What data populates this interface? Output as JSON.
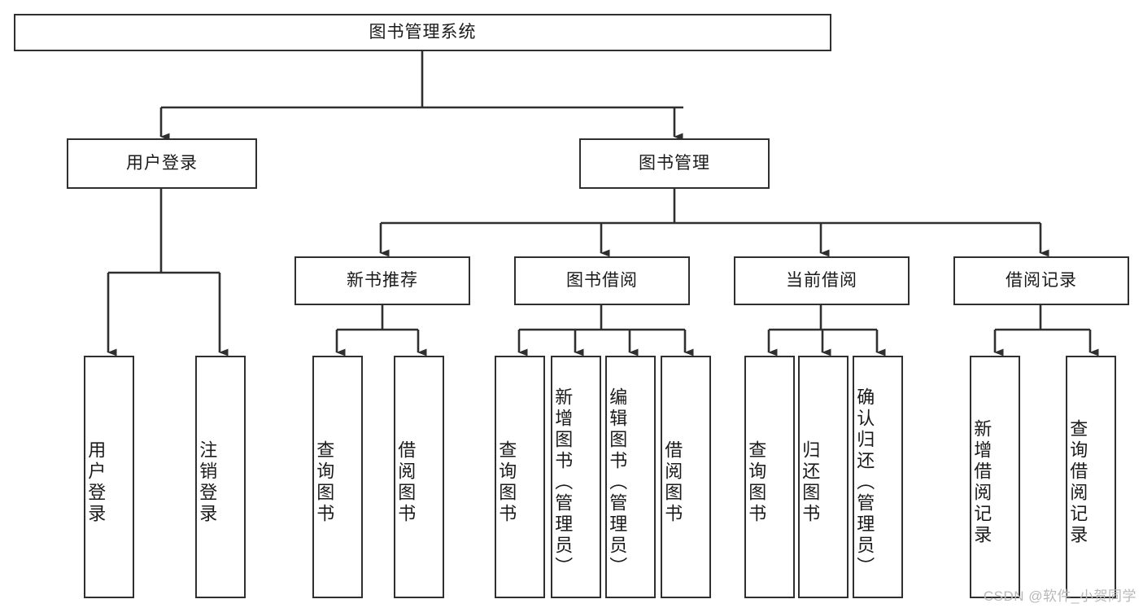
{
  "diagram": {
    "type": "tree-hierarchy",
    "title": "图书管理系统",
    "watermark": "CSDN @软件_小贺同学",
    "colors": {
      "box_border": "#2f2f2f",
      "box_fill": "#ffffff",
      "connector": "#2f2f2f",
      "text": "#1a1a1a",
      "watermark": "#b8b8b8"
    },
    "root": {
      "label": "图书管理系统"
    },
    "level2": [
      {
        "label": "用户登录"
      },
      {
        "label": "图书管理"
      }
    ],
    "level3": [
      {
        "label": "新书推荐"
      },
      {
        "label": "图书借阅"
      },
      {
        "label": "当前借阅"
      },
      {
        "label": "借阅记录"
      }
    ],
    "leaves": {
      "user_login": [
        {
          "label": "用户登录"
        },
        {
          "label": "注销登录"
        }
      ],
      "new_book_recommend": [
        {
          "label": "查询图书"
        },
        {
          "label": "借阅图书"
        }
      ],
      "book_borrow": [
        {
          "label": "查询图书"
        },
        {
          "label": "新增图书（管理员）"
        },
        {
          "label": "编辑图书（管理员）"
        },
        {
          "label": "借阅图书"
        }
      ],
      "current_borrow": [
        {
          "label": "查询图书"
        },
        {
          "label": "归还图书"
        },
        {
          "label": "确认归还（管理员）"
        }
      ],
      "borrow_record": [
        {
          "label": "新增借阅记录"
        },
        {
          "label": "查询借阅记录"
        }
      ]
    }
  }
}
